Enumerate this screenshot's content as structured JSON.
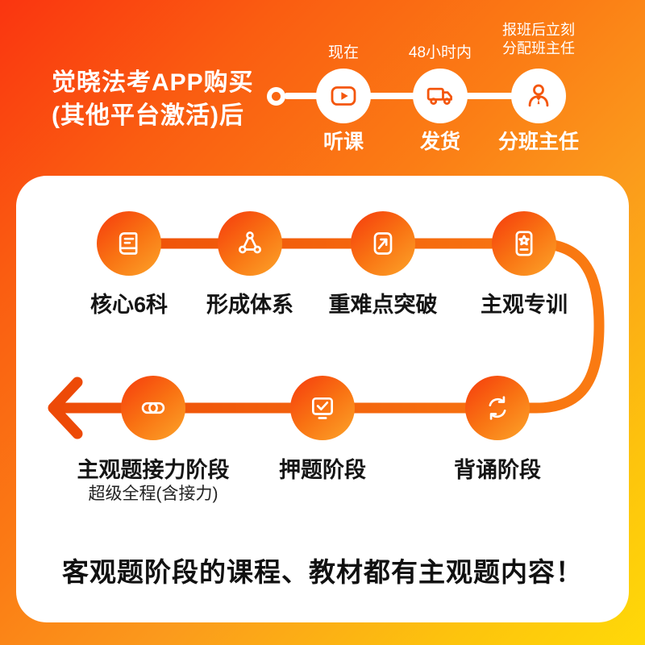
{
  "colors": {
    "bg_top_left": "#fa3510",
    "bg_middle": "#fb7d15",
    "bg_bottom_right": "#ffd908",
    "card_bg": "#ffffff",
    "icon_orange": "#f4560c",
    "node_gradient_start": "#f6430e",
    "node_gradient_end": "#fca42a",
    "connector_start": "#ed4a07",
    "connector_end": "#fa7c12",
    "text_dark": "#151515",
    "text_white": "#ffffff"
  },
  "header": {
    "title_line1": "觉晓法考APP购买",
    "title_line2": "(其他平台激活)后",
    "steps": [
      {
        "time": "现在",
        "label": "听课",
        "icon": "video-play-icon"
      },
      {
        "time": "48小时内",
        "label": "发货",
        "icon": "truck-icon"
      },
      {
        "time": "报班后立刻",
        "time2": "分配班主任",
        "label": "分班主任",
        "icon": "person-icon"
      }
    ]
  },
  "flow": {
    "row1": [
      {
        "label": "核心6科",
        "icon": "book-icon"
      },
      {
        "label": "形成体系",
        "icon": "network-icon"
      },
      {
        "label": "重难点突破",
        "icon": "arrow-pen-icon"
      },
      {
        "label": "主观专训",
        "icon": "star-card-icon"
      }
    ],
    "row2": [
      {
        "label": "背诵阶段",
        "icon": "refresh-icon"
      },
      {
        "label": "押题阶段",
        "icon": "monitor-check-icon"
      },
      {
        "label": "主观题接力阶段",
        "sublabel": "超级全程(含接力)",
        "icon": "chain-link-icon"
      }
    ]
  },
  "footer": {
    "headline": "客观题阶段的课程、教材都有主观题内容！"
  }
}
